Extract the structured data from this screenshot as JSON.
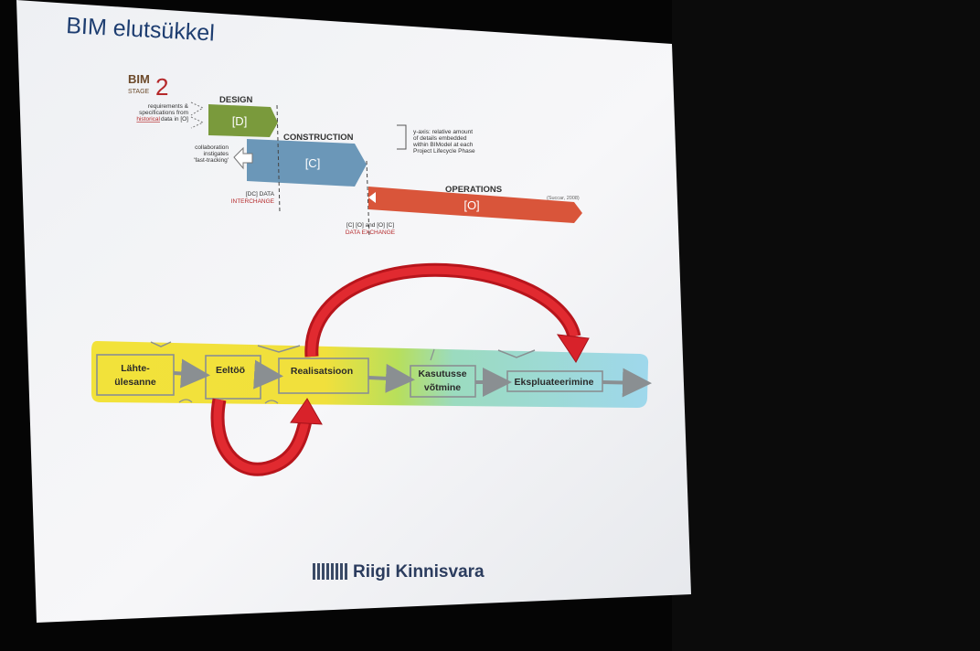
{
  "slide": {
    "title": "BIM elutsükkel",
    "bim_logo": {
      "word": "BIM",
      "stage_label": "STAGE",
      "stage_number": "2"
    },
    "colors": {
      "title": "#1d3d70",
      "design": "#7a9a3c",
      "construction": "#6b97b8",
      "operations": "#d9553a",
      "exchange_red": "#b5282a",
      "arrow_red": "#d8222a"
    },
    "top_diagram": {
      "design": {
        "heading": "DESIGN",
        "box": "[D]"
      },
      "construction": {
        "heading": "CONSTRUCTION",
        "box": "[C]"
      },
      "operations": {
        "heading": "OPERATIONS",
        "box": "[O]",
        "source": "(Succar, 2008)"
      },
      "requirements_note": [
        "requirements &",
        "specifications from",
        "historical",
        "data in [O]"
      ],
      "collaboration_note": [
        "collaboration",
        "instigates",
        "'fast-tracking'"
      ],
      "y_axis_note": [
        "y-axis: relative amount",
        "of details embedded",
        "within BIModel at each",
        "Project Lifecycle Phase"
      ],
      "dc_note": {
        "line1": "[DC] DATA",
        "line2": "INTERCHANGE"
      },
      "co_note": {
        "line1": "[C] [O] and [O] [C]",
        "line2": "DATA EXCHANGE"
      }
    },
    "process_flow": {
      "steps": [
        {
          "label_lines": [
            "Lähte-",
            "ülesanne"
          ]
        },
        {
          "label_lines": [
            "Eeltöö"
          ]
        },
        {
          "label_lines": [
            "Realisatsioon"
          ]
        },
        {
          "label_lines": [
            "Kasutusse",
            "võtmine"
          ]
        },
        {
          "label_lines": [
            "Ekspluateerimine"
          ]
        }
      ]
    },
    "footer_logo": "Riigi Kinnisvara"
  }
}
